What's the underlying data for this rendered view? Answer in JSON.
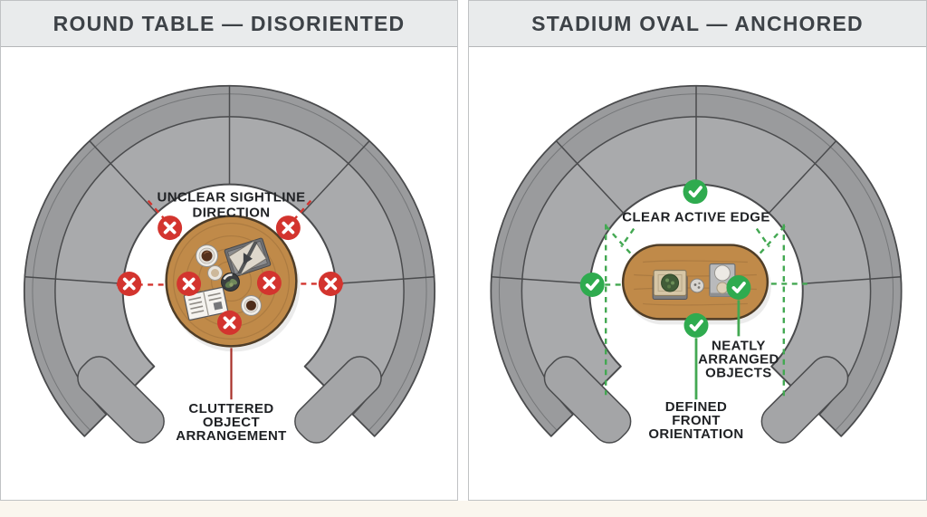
{
  "colors": {
    "header-bg": "#e9ebec",
    "header-ink": "#3d4247",
    "ink": "#1f2124",
    "panel-border": "#c0c2c4",
    "red": "#d3342e",
    "red-line": "#a83029",
    "green": "#2fab4f",
    "green-line": "#43a852",
    "wood": "#c08a49",
    "wood-edge": "#4f3d27",
    "sofa-seat": "#a9aaac",
    "sofa-back": "#9a9b9d",
    "sofa-arm": "#a4a5a7",
    "sofa-line": "#4a4b4d",
    "cream": "#faf6ee"
  },
  "panels": {
    "left": {
      "title": "ROUND TABLE — DISORIENTED",
      "labels": {
        "sightline_line1": "UNCLEAR SIGHTLINE",
        "sightline_line2": "DIRECTION",
        "cluttered_line1": "CLUTTERED",
        "cluttered_line2": "OBJECT",
        "cluttered_line3": "ARRANGEMENT"
      },
      "markers": {
        "type": "x-cross",
        "count": 7
      }
    },
    "right": {
      "title": "STADIUM OVAL — ANCHORED",
      "labels": {
        "edge_line1": "CLEAR ACTIVE EDGE",
        "neat_line1": "NEATLY",
        "neat_line2": "ARRANGED",
        "neat_line3": "OBJECTS",
        "front_line1": "DEFINED",
        "front_line2": "FRONT",
        "front_line3": "ORIENTATION"
      },
      "markers": {
        "type": "check",
        "count": 4
      }
    }
  }
}
